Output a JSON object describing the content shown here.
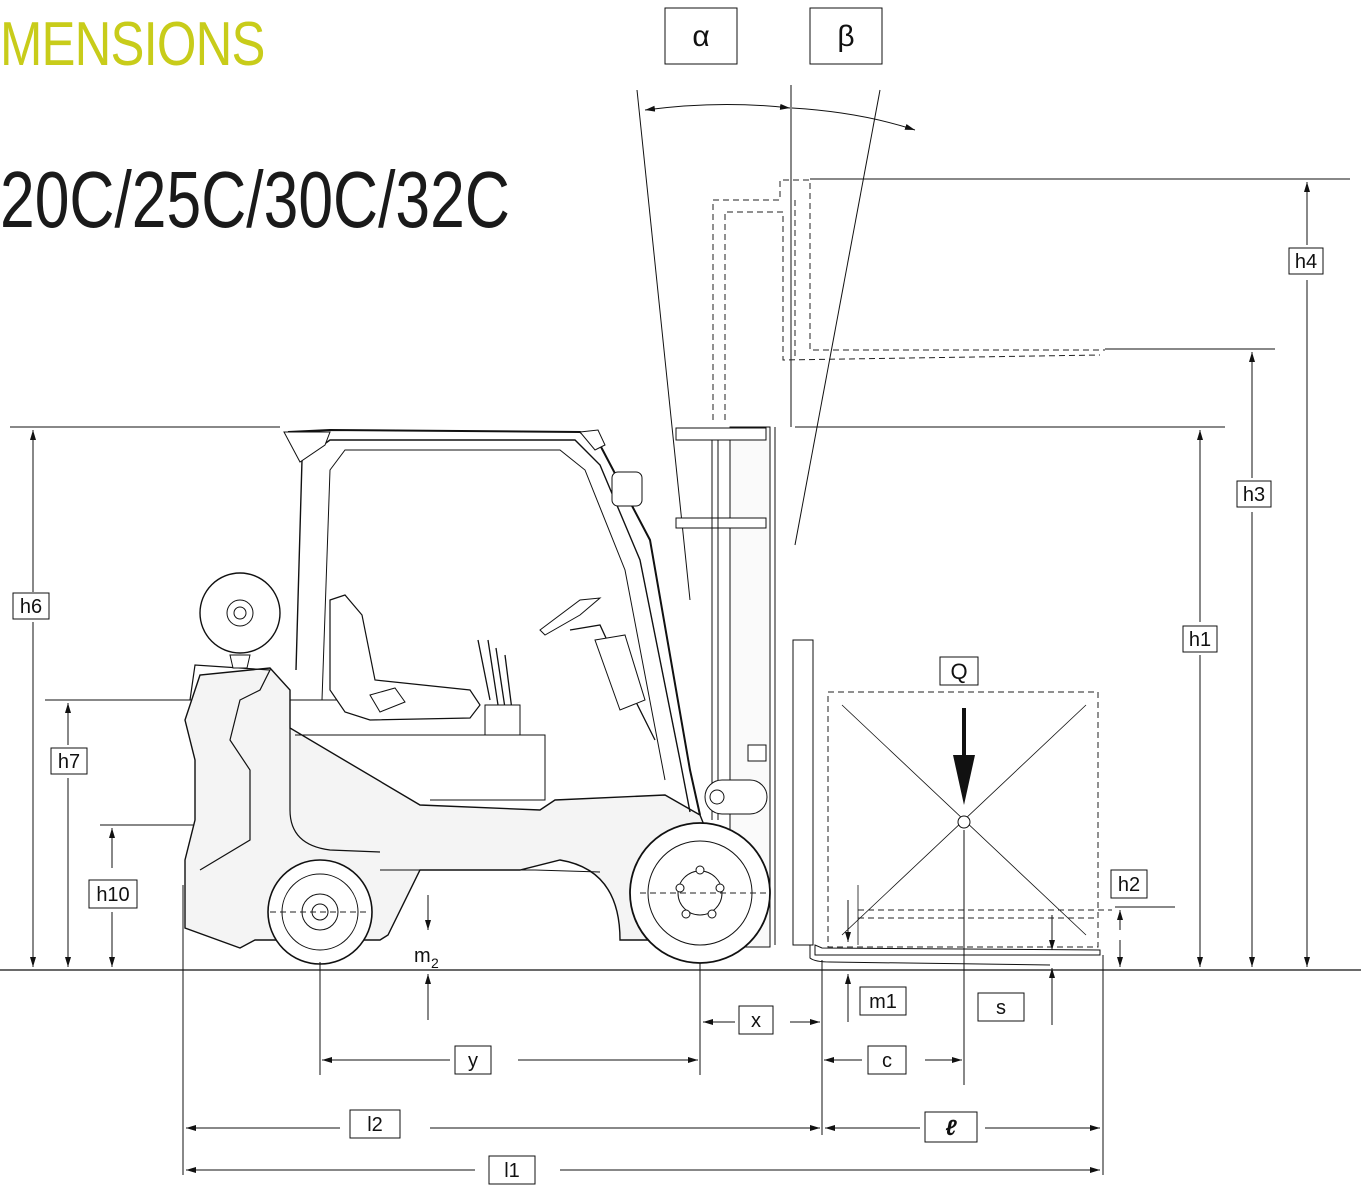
{
  "header": {
    "section_title": "MENSIONS",
    "model_title": "20C/25C/30C/32C"
  },
  "labels": {
    "alpha": "α",
    "beta": "β",
    "h1": "h1",
    "h2": "h2",
    "h3": "h3",
    "h4": "h4",
    "h6": "h6",
    "h7": "h7",
    "h10": "h10",
    "Q": "Q",
    "m1": "m1",
    "m2": "m",
    "m2_sub": "2",
    "s": "s",
    "x": "x",
    "y": "y",
    "c": "c",
    "l": "ℓ",
    "l1": "l1",
    "l2": "l2"
  },
  "colors": {
    "title_green": "#c8cc1a",
    "title_black": "#1a1a1a",
    "line": "#111111",
    "body_fill": "#f4f4f4"
  }
}
